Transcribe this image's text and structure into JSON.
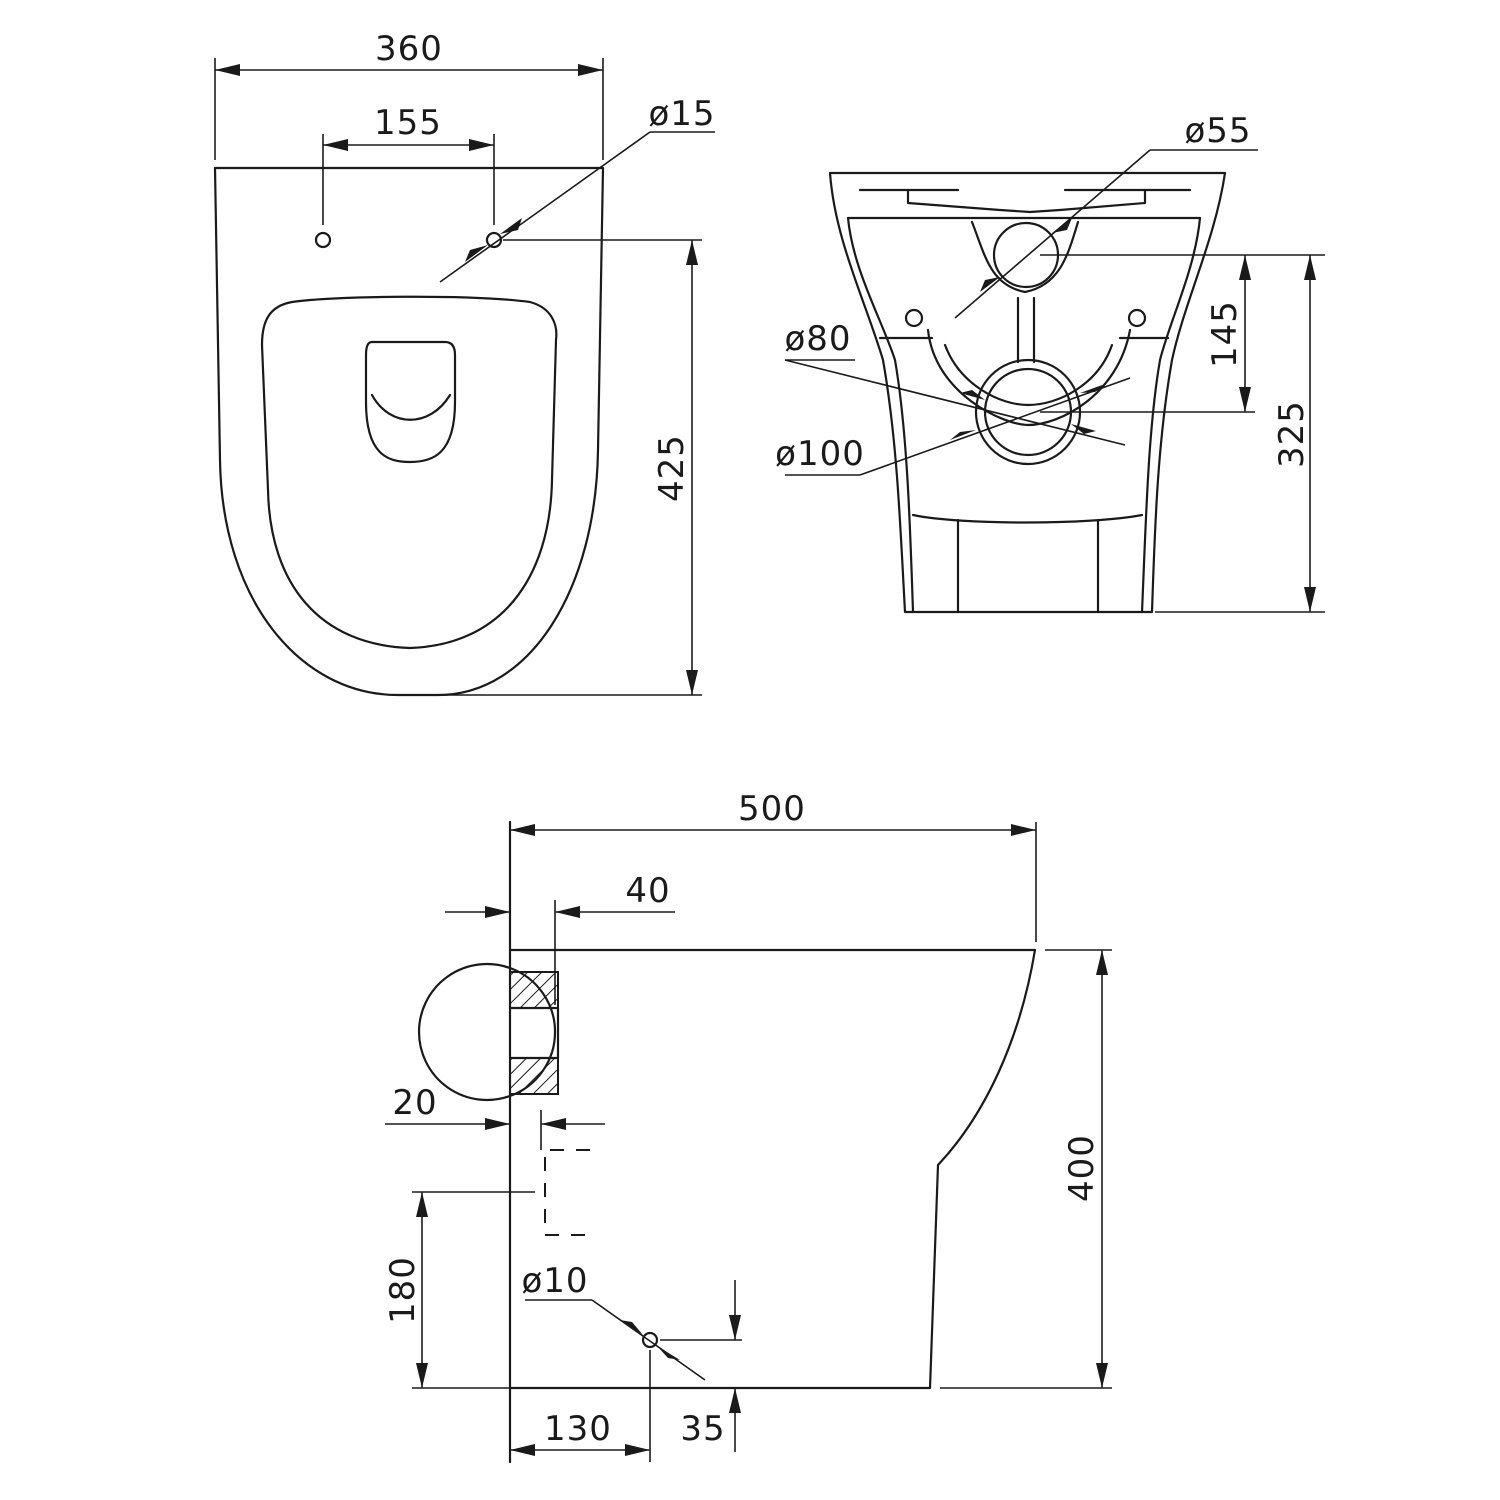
{
  "top_view": {
    "width": "360",
    "hole_spacing": "155",
    "hole_diameter": "ø15",
    "depth": "425"
  },
  "back_view": {
    "inlet_diameter": "ø55",
    "outlet_inner_diameter": "ø80",
    "outlet_outer_diameter": "ø100",
    "inlet_to_outlet": "145",
    "inlet_height": "325"
  },
  "side_view": {
    "length": "500",
    "inlet_depth": "40",
    "wall_gap": "20",
    "outlet_height": "180",
    "fixing_hole_diameter": "ø10",
    "fixing_hole_offset": "130",
    "fixing_hole_height": "35",
    "height": "400"
  }
}
